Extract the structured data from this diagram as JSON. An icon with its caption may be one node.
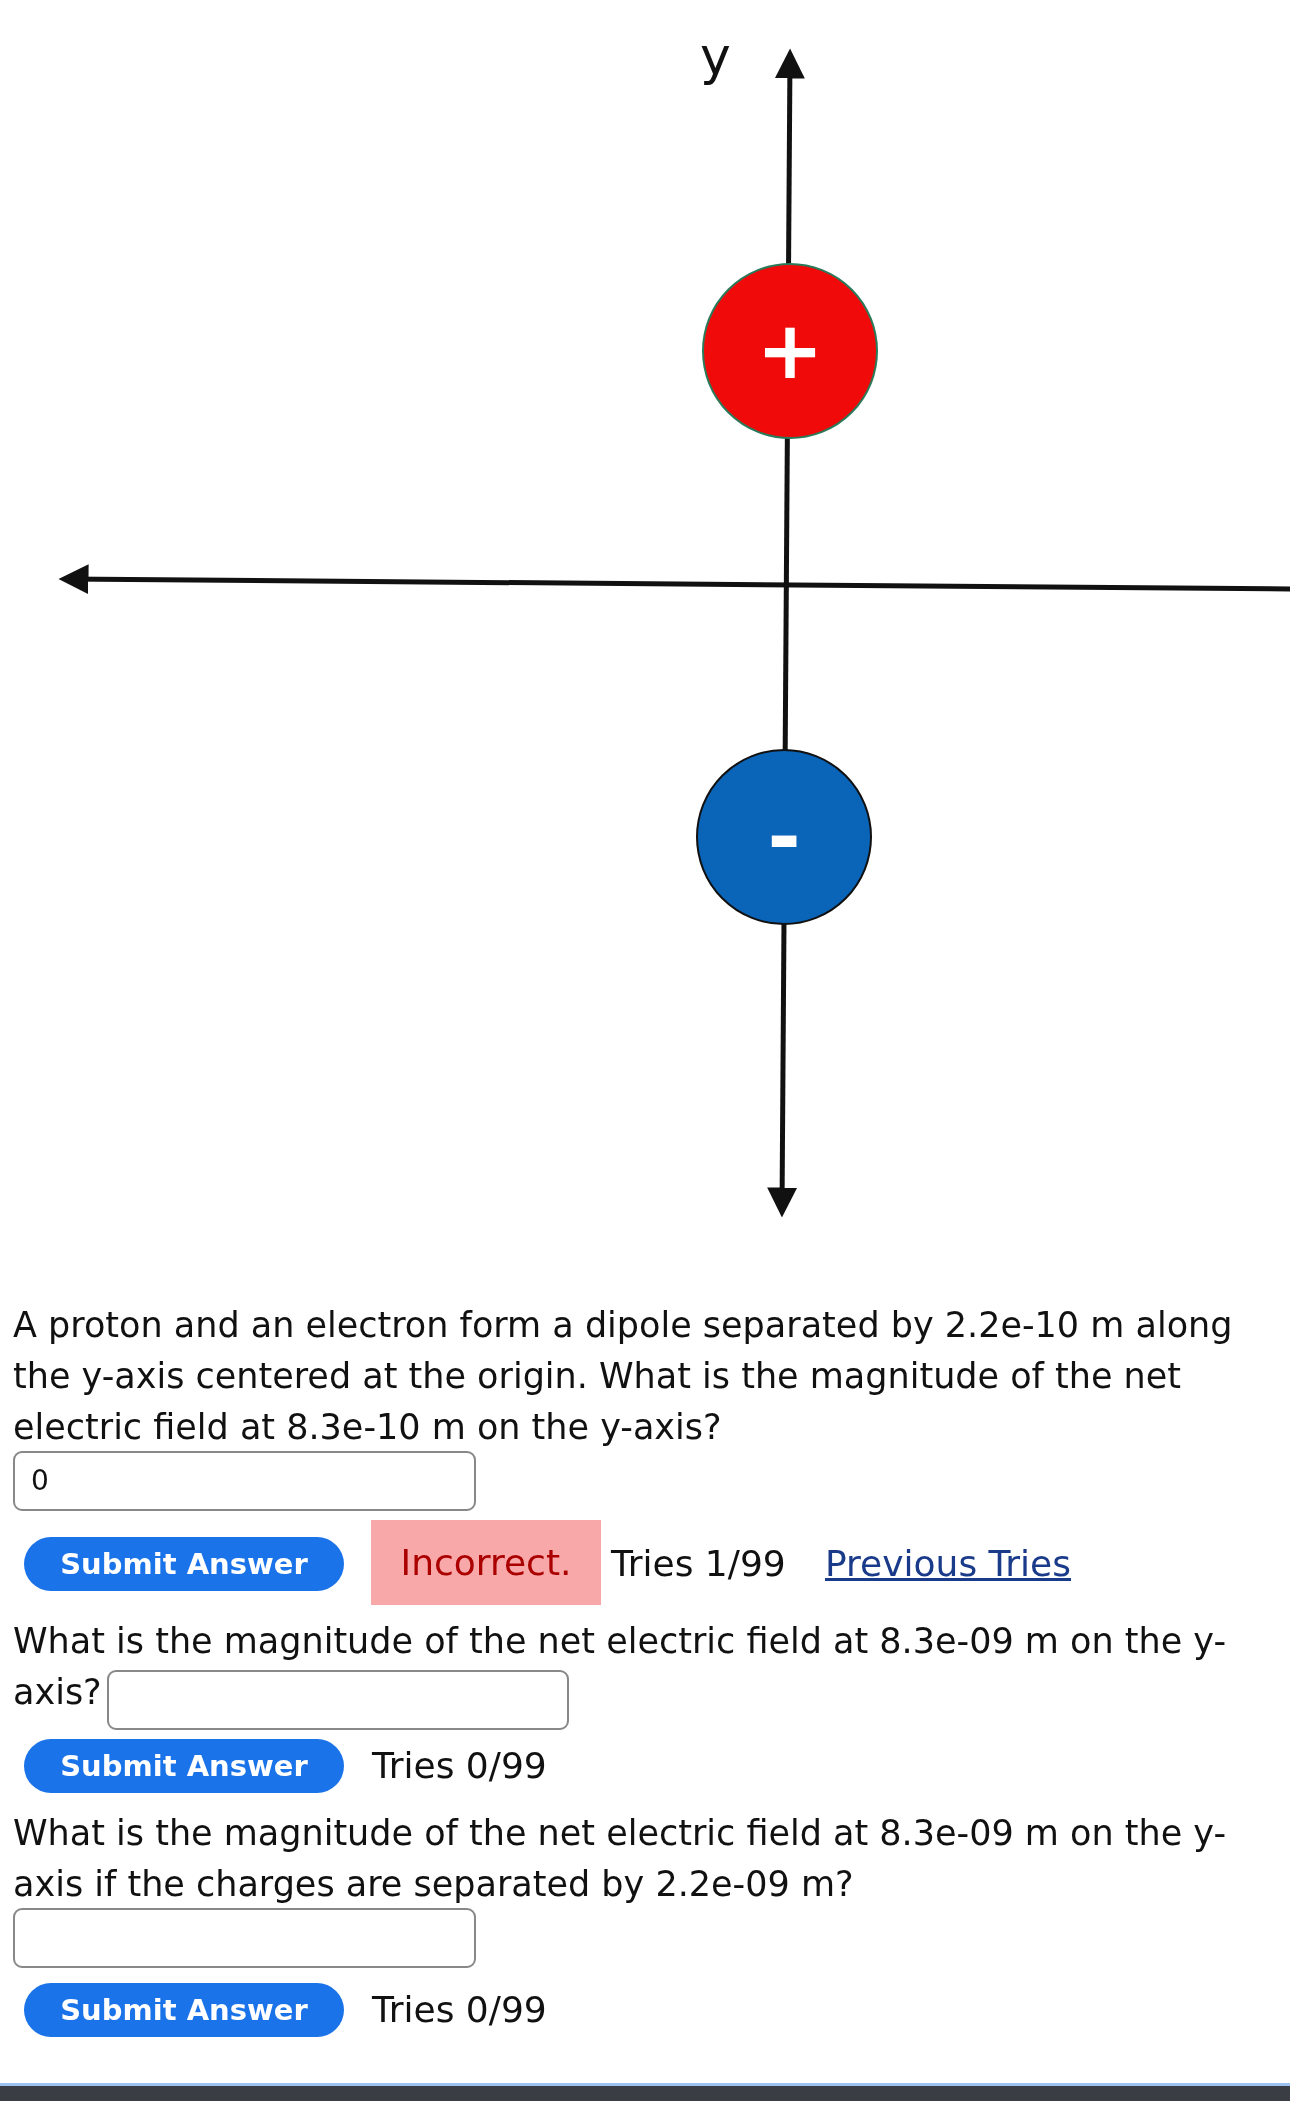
{
  "diagram": {
    "nodes": [
      {
        "text": [
          "+"
        ]
      },
      {
        "text": [
          "-"
        ]
      }
    ],
    "labels": [
      "y",
      "A proton and an electron form a dipole separated by 2.2e-10 m along the y-axis centered at the origin. What is the magnitude of the net electric field at 8.3e-10 m on the y-axis?",
      "0",
      "Submit Answer",
      "Incorrect.",
      "Tries 1/99",
      "Previous Tries",
      "What is the magnitude of the net electric field at 8.3e-09 m on the y-axis?",
      "Submit Answer",
      "Tries 0/99",
      "What is the magnitude of the net electric field at 8.3e-09 m on the y-axis if the charges are separated by 2.2e-09 m?",
      "Submit Answer",
      "Tries 0/99"
    ]
  }
}
